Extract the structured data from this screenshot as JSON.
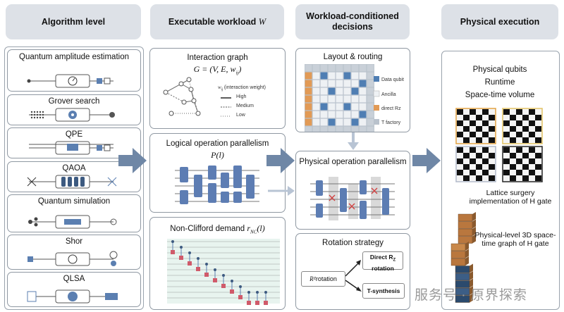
{
  "headers": {
    "algorithm": "Algorithm level",
    "workload": "Executable workload",
    "workload_symbol": "W",
    "decisions": "Workload-conditioned decisions",
    "physical": "Physical execution"
  },
  "algorithms": [
    {
      "label": "Quantum amplitude estimation",
      "icon": "gauge-icon"
    },
    {
      "label": "Grover search",
      "icon": "grover-icon"
    },
    {
      "label": "QPE",
      "icon": "circuit-icon"
    },
    {
      "label": "QAOA",
      "icon": "qaoa-icon"
    },
    {
      "label": "Quantum simulation",
      "icon": "simulation-icon"
    },
    {
      "label": "Shor",
      "icon": "shor-icon"
    },
    {
      "label": "QLSA",
      "icon": "qlsa-icon"
    }
  ],
  "workload": {
    "interaction_graph": {
      "title": "Interaction graph",
      "formula": "G = (V, E, w",
      "formula_sub": "ij",
      "formula_end": ")",
      "legend_title": "w",
      "legend_title_sub": "ij",
      "legend_title_rest": " (interaction weight)",
      "legend": [
        "High",
        "Medium",
        "Low"
      ]
    },
    "logical_parallelism": {
      "title": "Logical operation parallelism",
      "formula": "P(l)"
    },
    "non_clifford": {
      "title": "Non-Clifford demand",
      "formula": "r",
      "formula_sub": "NC",
      "formula_end": "(l)"
    }
  },
  "decisions": {
    "layout": {
      "title": "Layout & routing",
      "legend": [
        "Data qubit",
        "Ancilla",
        "direct Rz",
        "T factory"
      ]
    },
    "physical_parallelism": {
      "title": "Physical operation parallelism"
    },
    "rotation": {
      "title": "Rotation strategy",
      "source": "R",
      "source_sub": "Z",
      "source_rest": " rotation",
      "direct": "Direct R",
      "direct_sub": "Z",
      "direct_rest": "rotation",
      "tsynth": "T-synthesis"
    }
  },
  "physical": {
    "metrics": [
      "Physical qubits",
      "Runtime",
      "Space-time volume"
    ],
    "lattice_caption": "Lattice surgery implementation of H gate",
    "graph_caption": "Physical-level 3D space-time graph of H gate"
  },
  "watermark": "服务号 · 原界探索",
  "colors": {
    "header_bg": "#dde1e7",
    "arrow": "#6f87a6",
    "accent_blue": "#5b7fb1",
    "gate_blue": "#5d7db3",
    "orange": "#d98d4b",
    "brick": "#b9773e"
  }
}
